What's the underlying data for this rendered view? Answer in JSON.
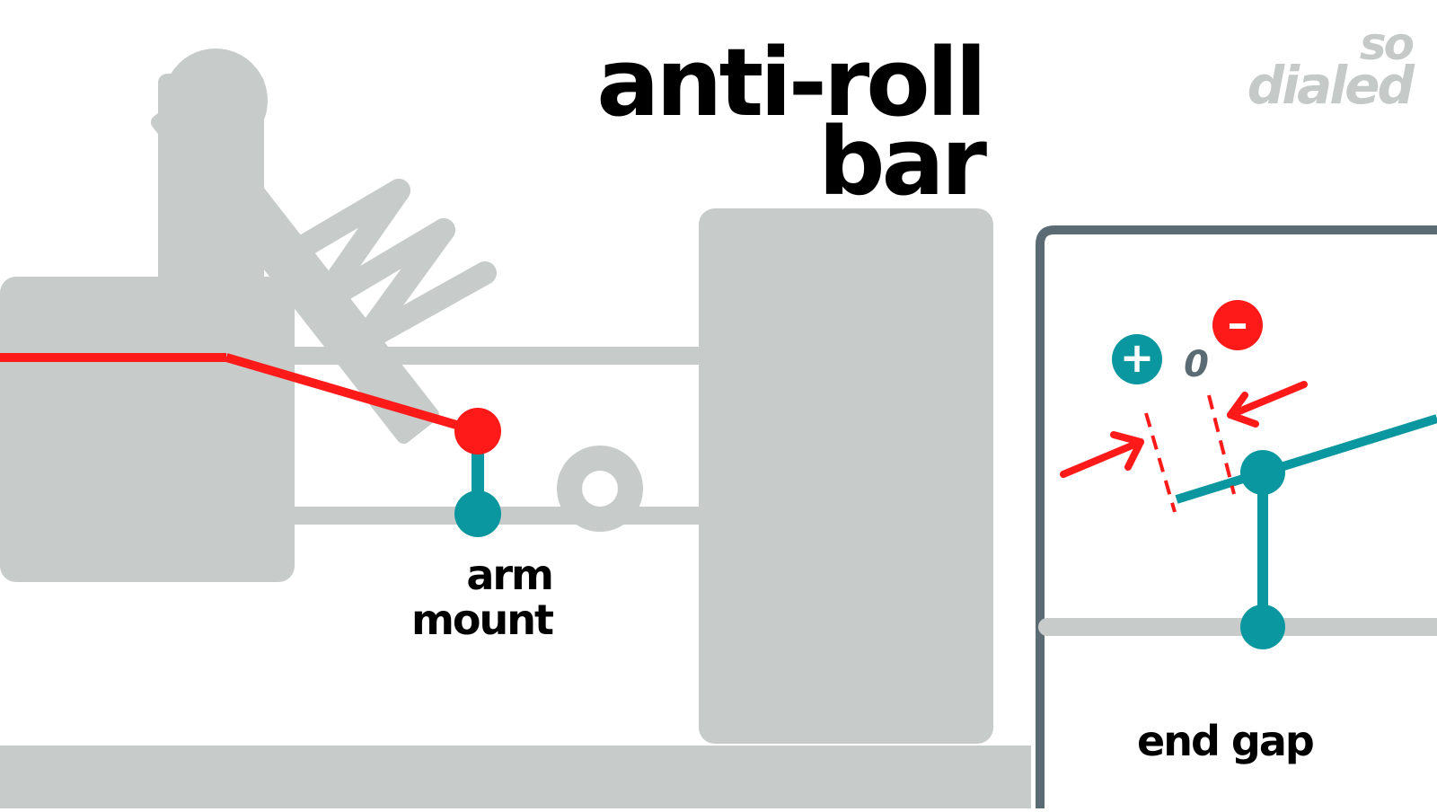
{
  "title": {
    "line1": "anti-roll",
    "line2": "bar"
  },
  "logo": {
    "line1": "so",
    "line2": "dialed"
  },
  "labels": {
    "arm_mount": [
      "arm",
      "mount"
    ],
    "end_gap": "end gap"
  },
  "gap_symbols": {
    "plus": "+",
    "zero": "0",
    "minus": "–"
  },
  "colors": {
    "bar_red": "#ff1a1a",
    "link_teal": "#0a979f",
    "chassis_grey": "#c7cbca",
    "frame_slate": "#5a6b74",
    "text": "#000000"
  }
}
